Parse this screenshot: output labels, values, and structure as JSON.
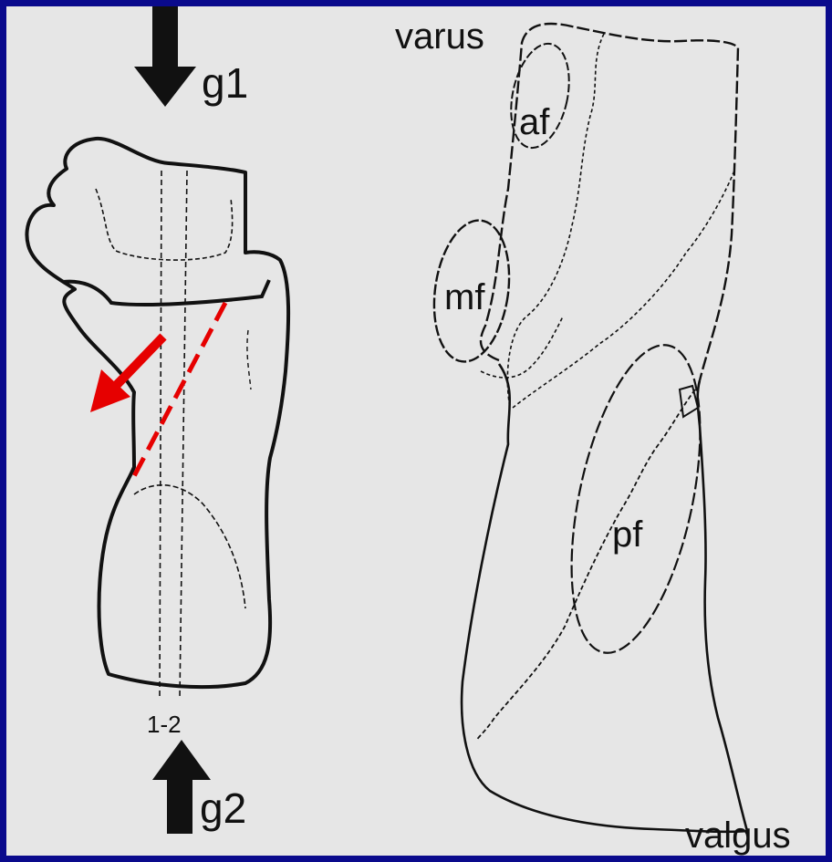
{
  "colors": {
    "border": "#0a0a8c",
    "background": "#e6e6e6",
    "ink": "#111111",
    "fracture_arrow": "#e60000"
  },
  "left_figure": {
    "force_top_label": "g1",
    "force_bottom_label": "g2",
    "axis_label": "1-2"
  },
  "right_figure": {
    "top_label": "varus",
    "bottom_label": "valgus",
    "facets": [
      {
        "key": "anterior",
        "label": "af"
      },
      {
        "key": "middle",
        "label": "mf"
      },
      {
        "key": "posterior",
        "label": "pf"
      }
    ]
  }
}
